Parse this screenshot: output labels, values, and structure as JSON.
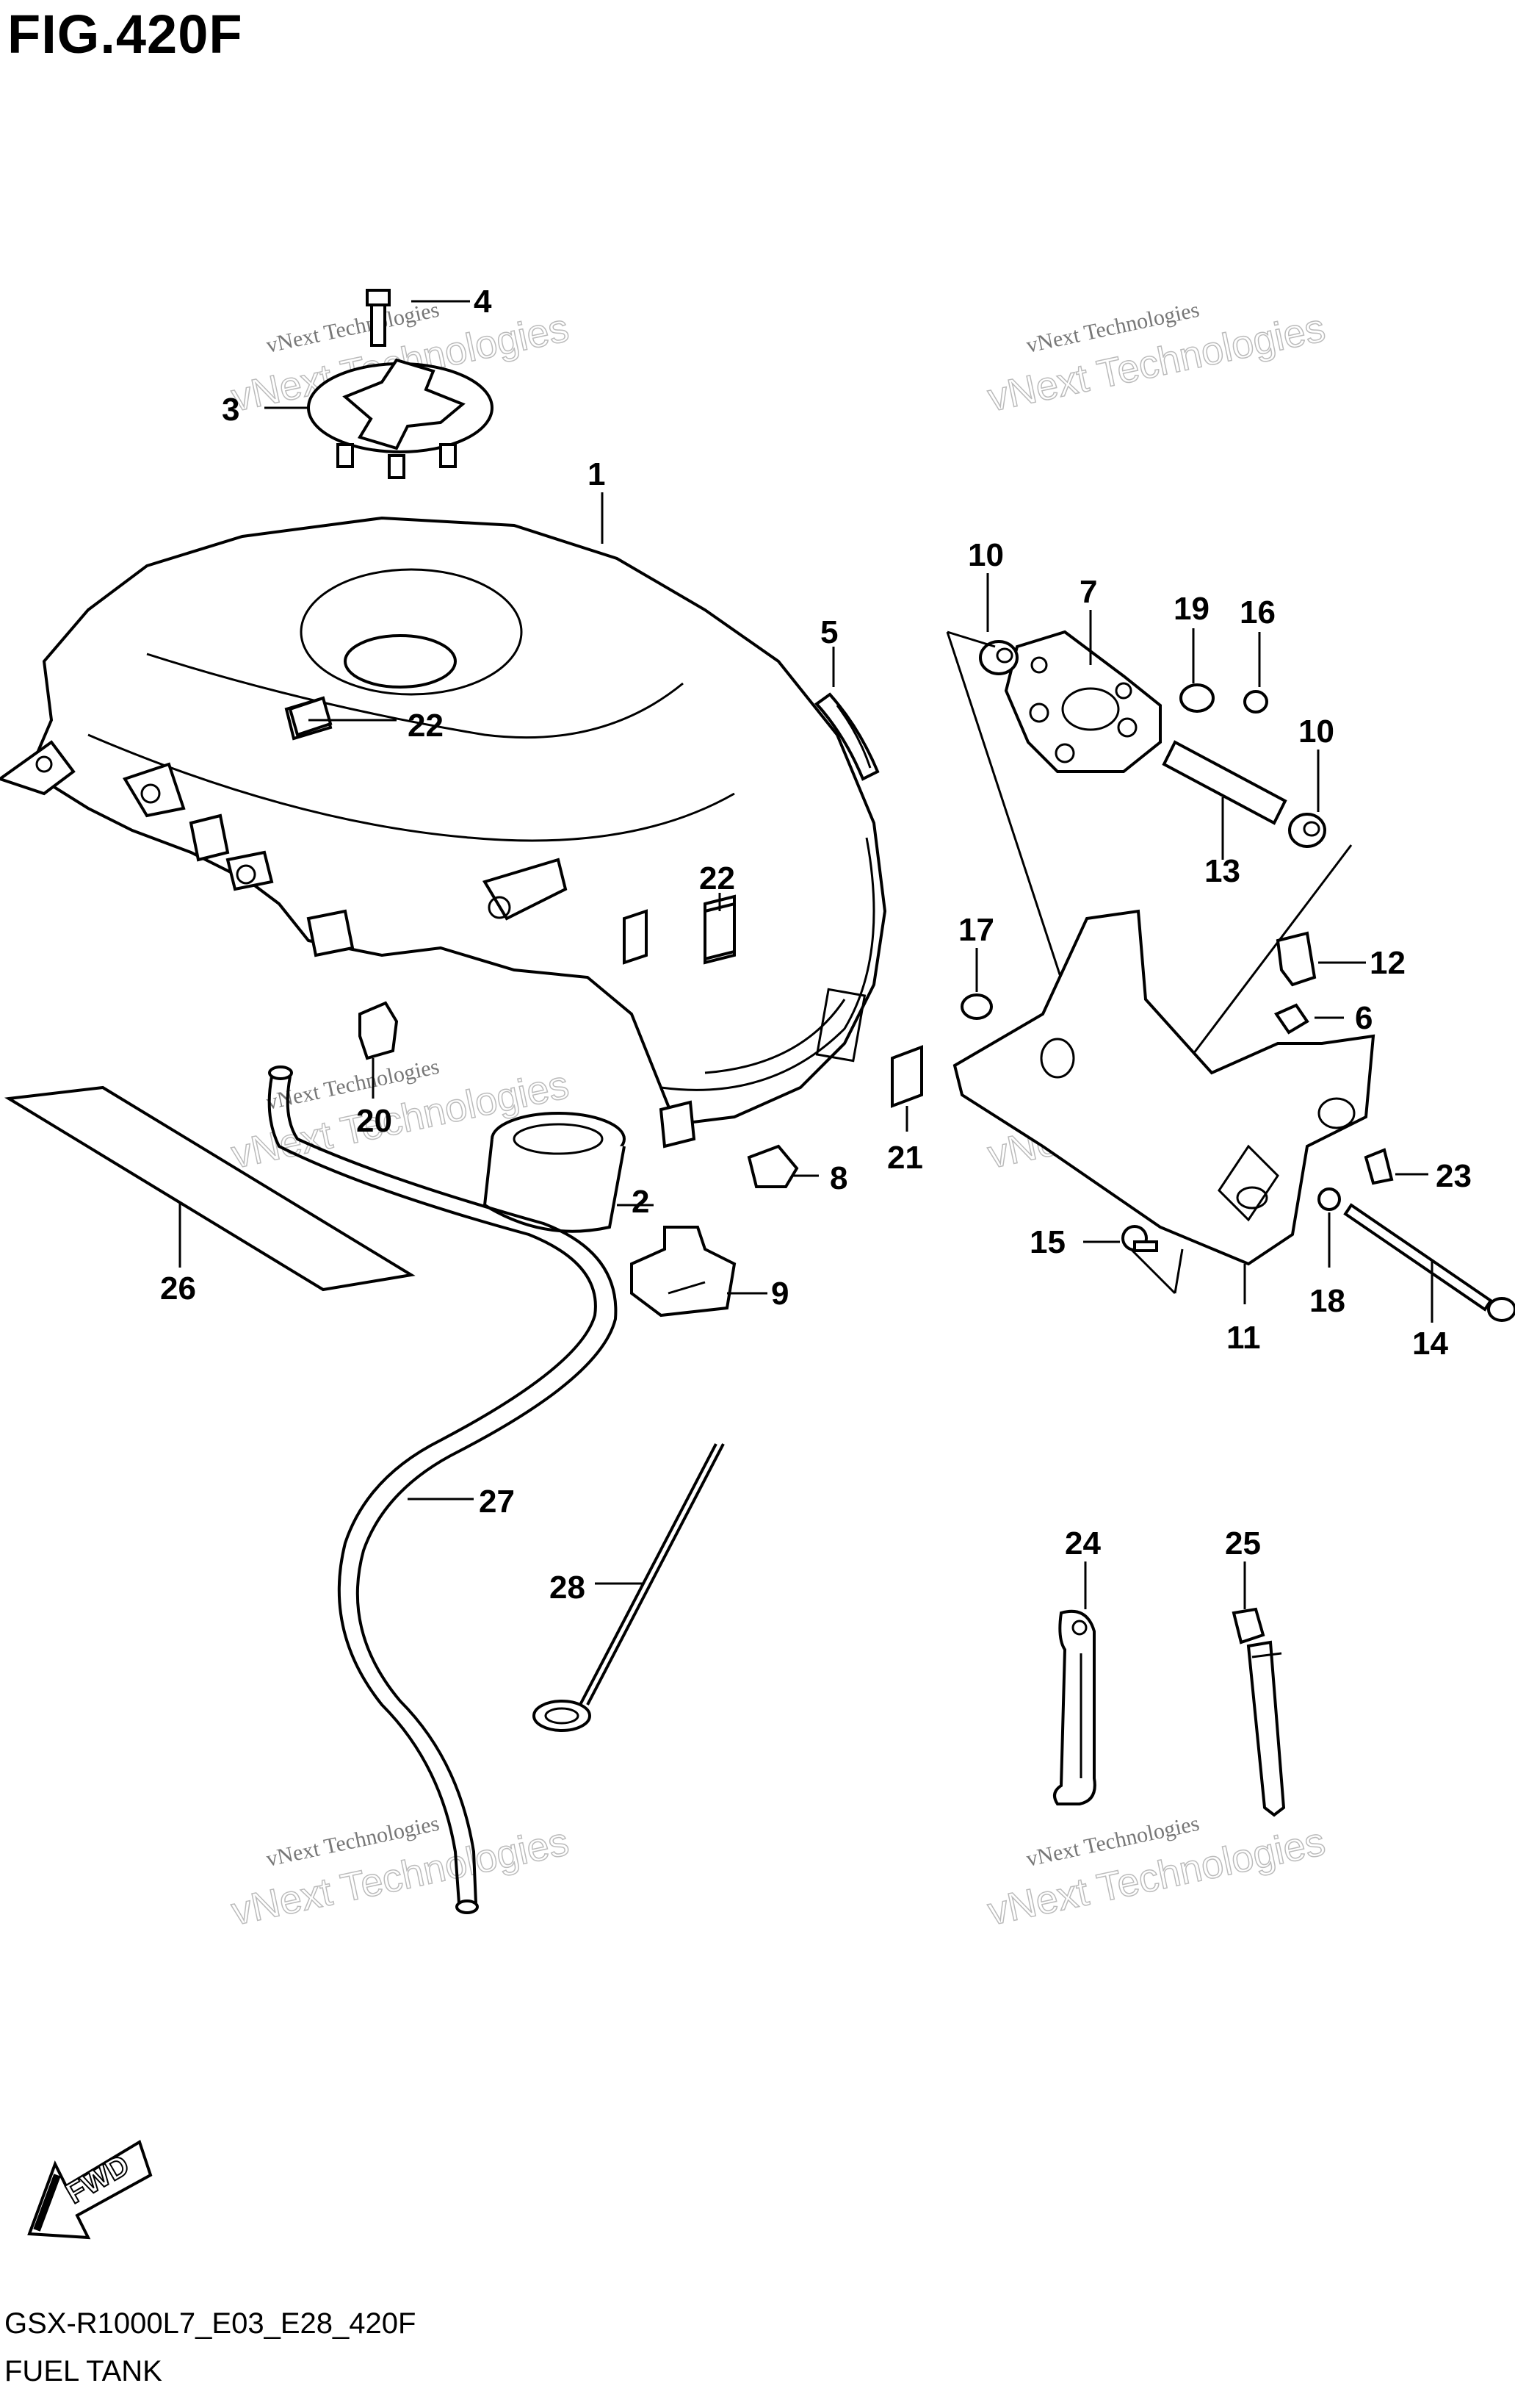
{
  "figure": {
    "title": "FIG.420F",
    "model_code": "GSX-R1000L7_E03_E28_420F",
    "section_name": "FUEL TANK",
    "fwd_label": "FWD"
  },
  "watermark": {
    "line1": "vNext Technologies",
    "line2": "vNext Technologies"
  },
  "parts": [
    {
      "no": "1"
    },
    {
      "no": "2"
    },
    {
      "no": "3"
    },
    {
      "no": "4"
    },
    {
      "no": "5"
    },
    {
      "no": "6"
    },
    {
      "no": "7"
    },
    {
      "no": "8"
    },
    {
      "no": "9"
    },
    {
      "no": "10"
    },
    {
      "no": "10"
    },
    {
      "no": "11"
    },
    {
      "no": "12"
    },
    {
      "no": "13"
    },
    {
      "no": "14"
    },
    {
      "no": "15"
    },
    {
      "no": "16"
    },
    {
      "no": "17"
    },
    {
      "no": "18"
    },
    {
      "no": "19"
    },
    {
      "no": "20"
    },
    {
      "no": "21"
    },
    {
      "no": "22"
    },
    {
      "no": "22"
    },
    {
      "no": "23"
    },
    {
      "no": "24"
    },
    {
      "no": "25"
    },
    {
      "no": "26"
    },
    {
      "no": "27"
    },
    {
      "no": "28"
    }
  ]
}
